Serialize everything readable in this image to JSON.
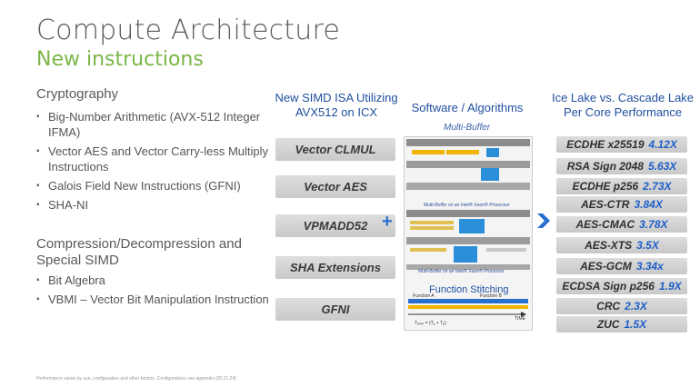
{
  "header": {
    "title": "Compute Architecture",
    "subtitle": "New instructions"
  },
  "crypto": {
    "heading": "Cryptography",
    "items": [
      "Big-Number Arithmetic (AVX-512 Integer IFMA)",
      "Vector AES and Vector Carry-less Multiply Instructions",
      "Galois Field New Instructions (GFNI)",
      "SHA-NI"
    ]
  },
  "compression": {
    "heading": "Compression/Decompression and Special SIMD",
    "items": [
      "Bit Algebra",
      "VBMI – Vector Bit Manipulation Instruction"
    ]
  },
  "footnote": "Performance varies by use, configuration and other factors. Configurations see appendix [20,21,24]",
  "isa": {
    "heading": "New SIMD ISA Utilizing AVX512 on ICX",
    "items": [
      "Vector CLMUL",
      "Vector AES",
      "VPMADD52",
      "SHA Extensions",
      "GFNI"
    ]
  },
  "algorithms": {
    "heading": "Software / Algorithms",
    "multi_buffer": "Multi-Buffer",
    "mb_caption_1": "Multi-Buffer on an Intel® Xeon® Processor",
    "mb_caption_2": "Multi-Buffer on an Intel® Xeon® Processor",
    "function_stitching": "Function Stitching",
    "function_a": "Function A",
    "function_b": "Function B",
    "time_label": "TIME",
    "formula": "Tₐₙₑₜ = (Tₐ + Tᵦ)"
  },
  "performance": {
    "heading": "Ice Lake vs. Cascade Lake Per Core Performance",
    "rows": [
      {
        "name": "ECDHE x25519",
        "value": "4.12X"
      },
      {
        "name": "RSA Sign 2048",
        "value": "5.63X"
      },
      {
        "name": "ECDHE p256",
        "value": "2.73X"
      },
      {
        "name": "AES-CTR",
        "value": "3.84X"
      },
      {
        "name": "AES-CMAC",
        "value": "3.78X"
      },
      {
        "name": "AES-XTS",
        "value": "3.5X"
      },
      {
        "name": "AES-GCM",
        "value": "3.34x"
      },
      {
        "name": "ECDSA Sign p256",
        "value": "1.9X"
      },
      {
        "name": "CRC",
        "value": "2.3X"
      },
      {
        "name": "ZUC",
        "value": "1.5X"
      }
    ]
  },
  "colors": {
    "accent_green": "#7ab648",
    "accent_blue": "#1f5fc8"
  }
}
